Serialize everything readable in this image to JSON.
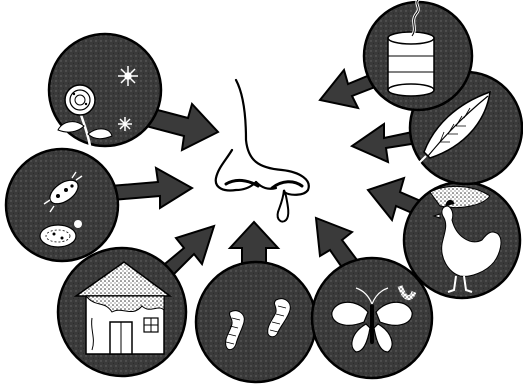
{
  "figure": {
    "central_subject": "nose-with-drip",
    "allergen_sources": [
      {
        "id": "pollen",
        "icon": "pollen-flower-icon"
      },
      {
        "id": "bacteria",
        "icon": "germs-icon"
      },
      {
        "id": "house-mold",
        "icon": "moldy-house-icon"
      },
      {
        "id": "larvae",
        "icon": "larvae-icon"
      },
      {
        "id": "insect",
        "icon": "butterfly-icon"
      },
      {
        "id": "poultry",
        "icon": "rooster-icon"
      },
      {
        "id": "plant",
        "icon": "leaf-icon"
      },
      {
        "id": "smoke",
        "icon": "smoking-candle-icon"
      }
    ],
    "colors": {
      "circle": "#3a3a3a",
      "ink": "#000000",
      "paper": "#ffffff"
    }
  }
}
